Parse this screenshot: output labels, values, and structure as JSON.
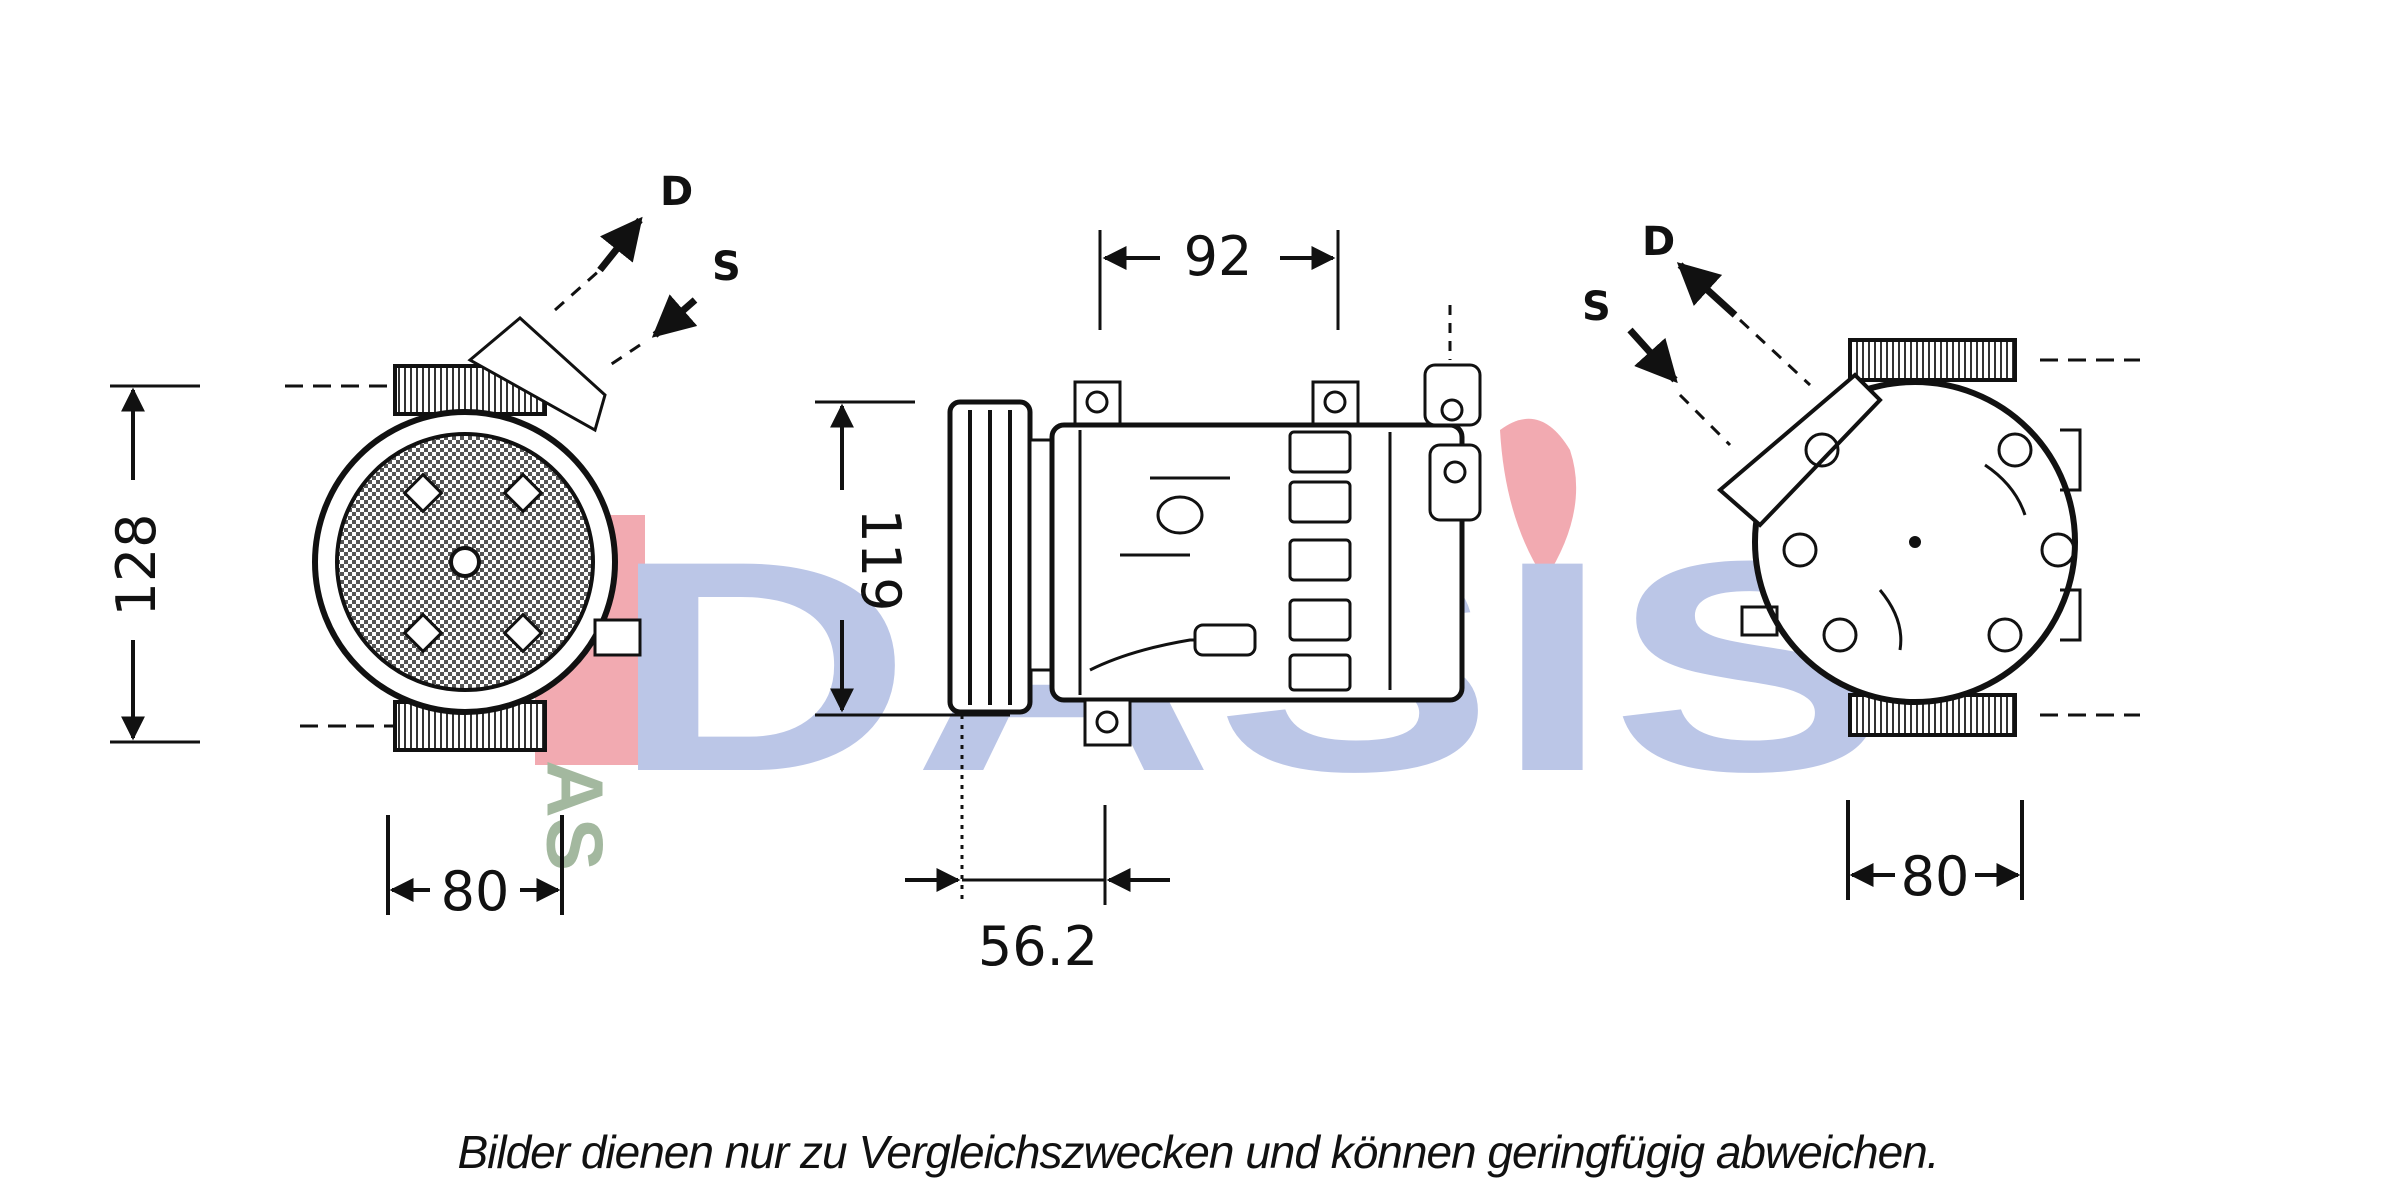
{
  "watermark": {
    "text": "DASIS",
    "subtext": "AS",
    "color_main": "#b8c3e6",
    "color_accent": "#f2a6ad"
  },
  "views": {
    "front": {
      "height_dim": "128",
      "width_dim": "80",
      "discharge_label": "D",
      "suction_label": "S"
    },
    "side": {
      "length_dim": "92",
      "height_dim": "119",
      "offset_dim": "56.2"
    },
    "rear": {
      "width_dim": "80",
      "discharge_label": "D",
      "suction_label": "S"
    }
  },
  "caption": "Bilder dienen nur zu Vergleichszwecken und können geringfügig abweichen."
}
